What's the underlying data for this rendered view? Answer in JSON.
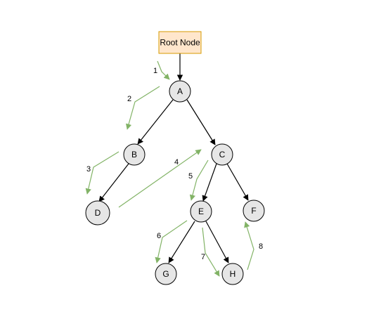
{
  "diagram": {
    "root_label": "Root Node",
    "nodes": {
      "A": "A",
      "B": "B",
      "C": "C",
      "D": "D",
      "E": "E",
      "F": "F",
      "G": "G",
      "H": "H"
    },
    "steps": [
      "1",
      "2",
      "3",
      "4",
      "5",
      "6",
      "7",
      "8"
    ],
    "colors": {
      "root_fill": "#ffe6cc",
      "root_stroke": "#d79b00",
      "node_fill": "#e6e6e6",
      "node_stroke": "#000000",
      "edge": "#000000",
      "traversal_arrow": "#82b366"
    }
  }
}
